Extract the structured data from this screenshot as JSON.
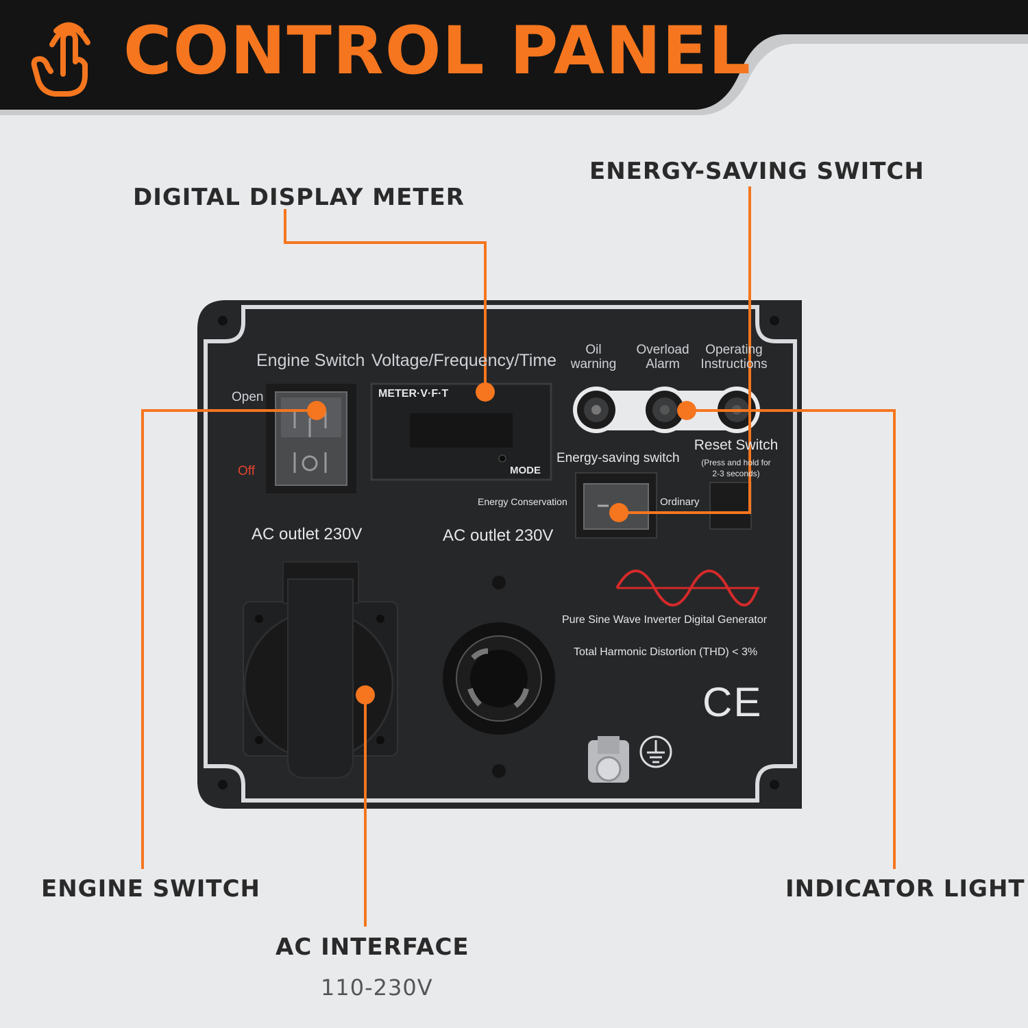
{
  "header": {
    "title": "CONTROL PANEL",
    "icon": "hand-tap-icon"
  },
  "callouts": {
    "digital_display_meter": "DIGITAL DISPLAY METER",
    "energy_saving_switch": "ENERGY-SAVING SWITCH",
    "engine_switch": "ENGINE SWITCH",
    "ac_interface": "AC INTERFACE",
    "ac_interface_voltage": "110-230V",
    "indicator_light": "INDICATOR LIGHT"
  },
  "panel": {
    "engine_switch_label": "Engine Switch",
    "meter_label": "Voltage/Frequency/Time",
    "oil_warning": [
      "Oil",
      "warning"
    ],
    "overload_alarm": [
      "Overload",
      "Alarm"
    ],
    "operating_instructions": [
      "Operating",
      "Instructions"
    ],
    "open": "Open",
    "off": "Off",
    "meter_brand": "METER·V·F·T",
    "meter_mode": "MODE",
    "energy_saving_switch": "Energy-saving switch",
    "reset_switch": "Reset Switch",
    "reset_note": [
      "(Press and hold for",
      "2-3 seconds)"
    ],
    "energy_conservation": "Energy Conservation",
    "ordinary": "Ordinary",
    "ac_outlet_left": "AC outlet 230V",
    "ac_outlet_right": "AC outlet 230V",
    "sine_line1": "Pure Sine Wave Inverter Digital Generator",
    "sine_line2": "Total Harmonic Distortion (THD) < 3%",
    "ce_mark": "CE"
  },
  "colors": {
    "accent": "#f5761f",
    "header_bg": "#141414",
    "panel_bg": "#262729",
    "background": "#e9eaec",
    "sine_red": "#d42a2a"
  }
}
